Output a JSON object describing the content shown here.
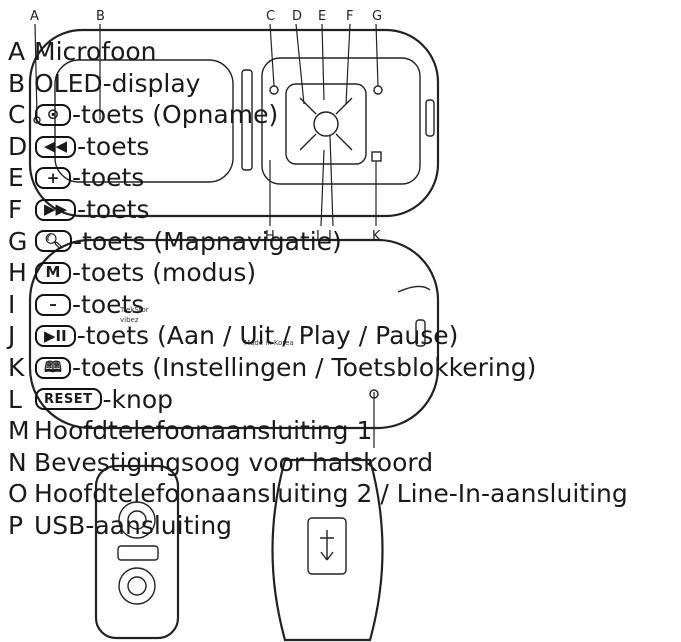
{
  "figure_letters": [
    "A",
    "B",
    "C",
    "D",
    "E",
    "F",
    "G",
    "H",
    "I",
    "J",
    "K"
  ],
  "device_labels": {
    "brand": "TrekStor",
    "model": "vibez",
    "made": "Made in Korea"
  },
  "legend": [
    {
      "letter": "A",
      "key": "",
      "text": "Microfoon"
    },
    {
      "letter": "B",
      "key": "",
      "text": "OLED-display"
    },
    {
      "letter": "C",
      "key": "⊙",
      "text": "-toets (Opname)"
    },
    {
      "letter": "D",
      "key": "◀◀",
      "text": "-toets"
    },
    {
      "letter": "E",
      "key": "+",
      "text": "-toets"
    },
    {
      "letter": "F",
      "key": "▶▶",
      "text": "-toets"
    },
    {
      "letter": "G",
      "key": "🔍︎",
      "text": "-toets (Mapnavigatie)"
    },
    {
      "letter": "H",
      "key": "M",
      "text": "-toets (modus)"
    },
    {
      "letter": "I",
      "key": "–",
      "text": "-toets"
    },
    {
      "letter": "J",
      "key": "▶II",
      "text": "-toets (Aan / Uit / Play / Pause)"
    },
    {
      "letter": "K",
      "key": "🕮",
      "text": "-toets (Instellingen / Toetsblokkering)"
    },
    {
      "letter": "L",
      "key": "RESET",
      "text": "-knop"
    },
    {
      "letter": "M",
      "key": "",
      "text": "Hoofdtelefoonaansluiting 1"
    },
    {
      "letter": "N",
      "key": "",
      "text": "Bevestigingsoog voor halskoord"
    },
    {
      "letter": "O",
      "key": "",
      "text": "Hoofdtelefoonaansluiting 2 / Line-In-aansluiting"
    },
    {
      "letter": "P",
      "key": "",
      "text": "USB-aansluiting"
    }
  ]
}
